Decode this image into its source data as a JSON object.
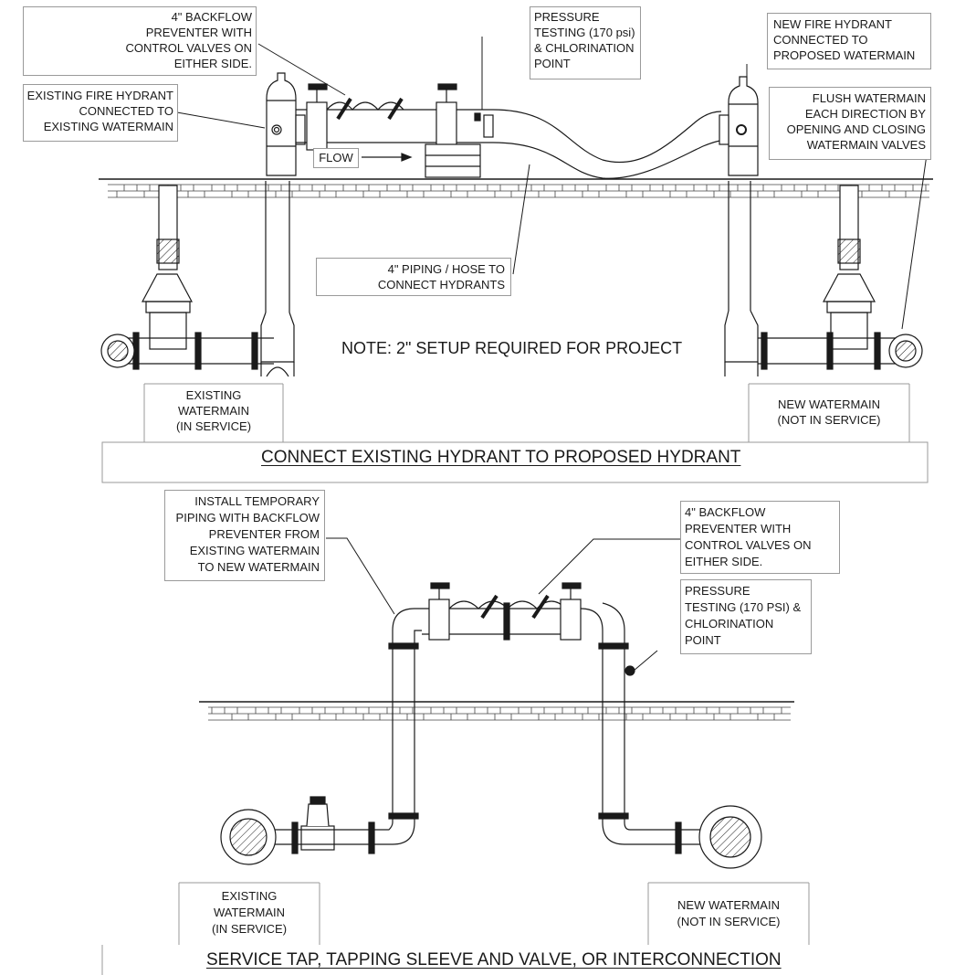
{
  "top": {
    "title": "CONNECT EXISTING HYDRANT TO PROPOSED HYDRANT",
    "note": "NOTE: 2\" SETUP REQUIRED FOR PROJECT",
    "flow": "FLOW",
    "callouts": {
      "backflow": [
        "4\" BACKFLOW",
        "PREVENTER WITH",
        "CONTROL VALVES ON",
        "EITHER SIDE."
      ],
      "existing_hydrant": [
        "EXISTING FIRE HYDRANT",
        "CONNECTED TO",
        "EXISTING WATERMAIN"
      ],
      "pressure": [
        "PRESSURE",
        "TESTING (170 psi)",
        "& CHLORINATION",
        "POINT"
      ],
      "new_hydrant": [
        "NEW FIRE HYDRANT",
        "CONNECTED TO",
        "PROPOSED WATERMAIN"
      ],
      "flush": [
        "FLUSH WATERMAIN",
        "EACH DIRECTION BY",
        "OPENING AND CLOSING",
        "WATERMAIN VALVES"
      ],
      "piping": [
        "4\" PIPING / HOSE TO",
        "CONNECT HYDRANTS"
      ],
      "existing_main": [
        "EXISTING",
        "WATERMAIN",
        "(IN SERVICE)"
      ],
      "new_main": [
        "NEW WATERMAIN",
        "(NOT IN SERVICE)"
      ]
    }
  },
  "bottom": {
    "title": "SERVICE TAP, TAPPING SLEEVE AND VALVE, OR INTERCONNECTION",
    "callouts": {
      "install": [
        "INSTALL TEMPORARY",
        "PIPING WITH BACKFLOW",
        "PREVENTER FROM",
        "EXISTING WATERMAIN",
        "TO NEW WATERMAIN"
      ],
      "backflow": [
        "4\" BACKFLOW",
        "PREVENTER WITH",
        "CONTROL VALVES ON",
        "EITHER SIDE."
      ],
      "pressure": [
        "PRESSURE",
        "TESTING (170 PSI) &",
        "CHLORINATION",
        "POINT"
      ],
      "existing_main": [
        "EXISTING",
        "WATERMAIN",
        "(IN SERVICE)"
      ],
      "new_main": [
        "NEW WATERMAIN",
        "(NOT IN SERVICE)"
      ]
    }
  },
  "colors": {
    "ink": "#1a1a1a",
    "frame": "#9a9a9a"
  }
}
